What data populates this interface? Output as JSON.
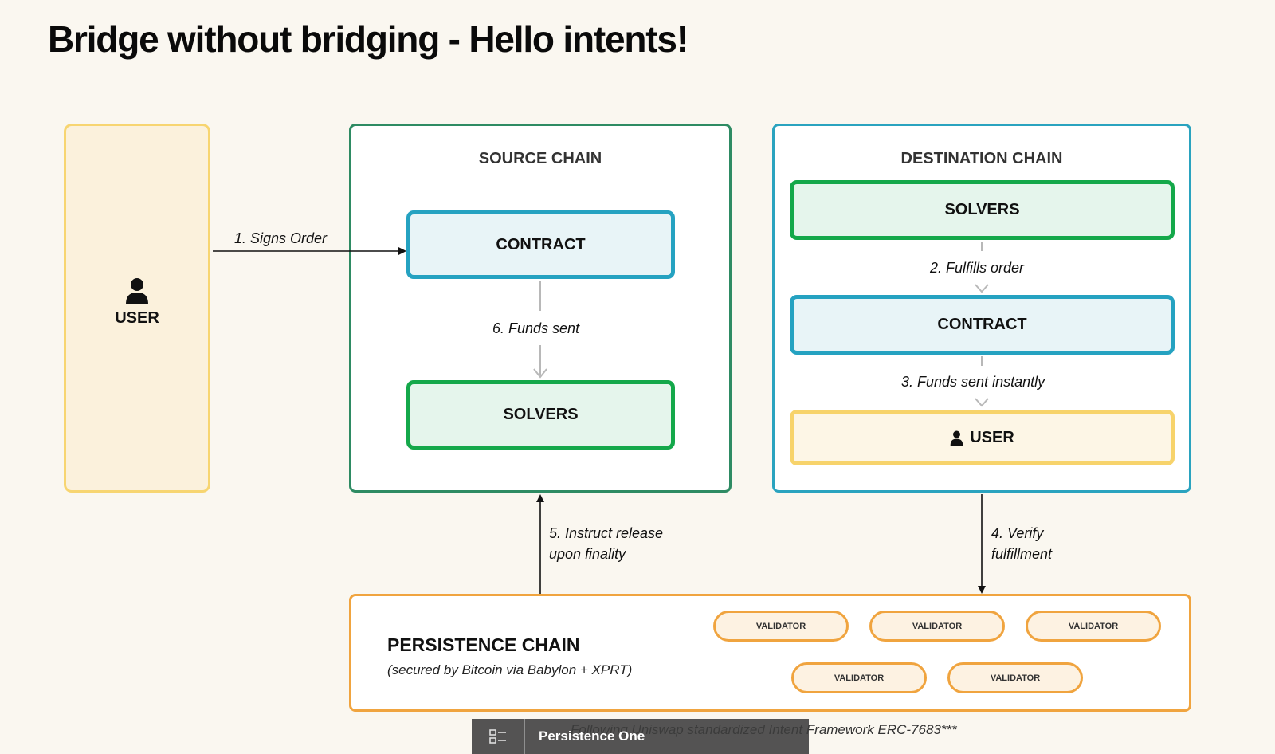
{
  "title": "Bridge without bridging - Hello intents!",
  "user_panel": {
    "label": "USER"
  },
  "source_chain": {
    "title": "SOURCE CHAIN",
    "contract": "CONTRACT",
    "solvers": "SOLVERS"
  },
  "destination_chain": {
    "title": "DESTINATION CHAIN",
    "solvers": "SOLVERS",
    "contract": "CONTRACT",
    "user": "USER"
  },
  "steps": {
    "s1": "1. Signs Order",
    "s2": "2. Fulfills order",
    "s3": "3. Funds sent instantly",
    "s4_line1": "4. Verify",
    "s4_line2": "fulfillment",
    "s5_line1": "5. Instruct release",
    "s5_line2": "upon finality",
    "s6": "6. Funds sent"
  },
  "persistence": {
    "title": "PERSISTENCE CHAIN",
    "subtitle": "(secured by Bitcoin via Babylon + XPRT)",
    "validators": [
      "VALIDATOR",
      "VALIDATOR",
      "VALIDATOR",
      "VALIDATOR",
      "VALIDATOR"
    ]
  },
  "footnote": "Following Uniswap standardized Intent Framework ERC-7683***",
  "toolbar": {
    "label": "Persistence One",
    "icon": "slide-list-icon"
  },
  "colors": {
    "background": "#faf7f0",
    "source_border": "#2e8b63",
    "destination_border": "#2aa3bf",
    "contract_border": "#25a2c1",
    "solvers_border": "#14a84a",
    "user_border": "#f7d571",
    "persistence_border": "#f0a43f"
  }
}
